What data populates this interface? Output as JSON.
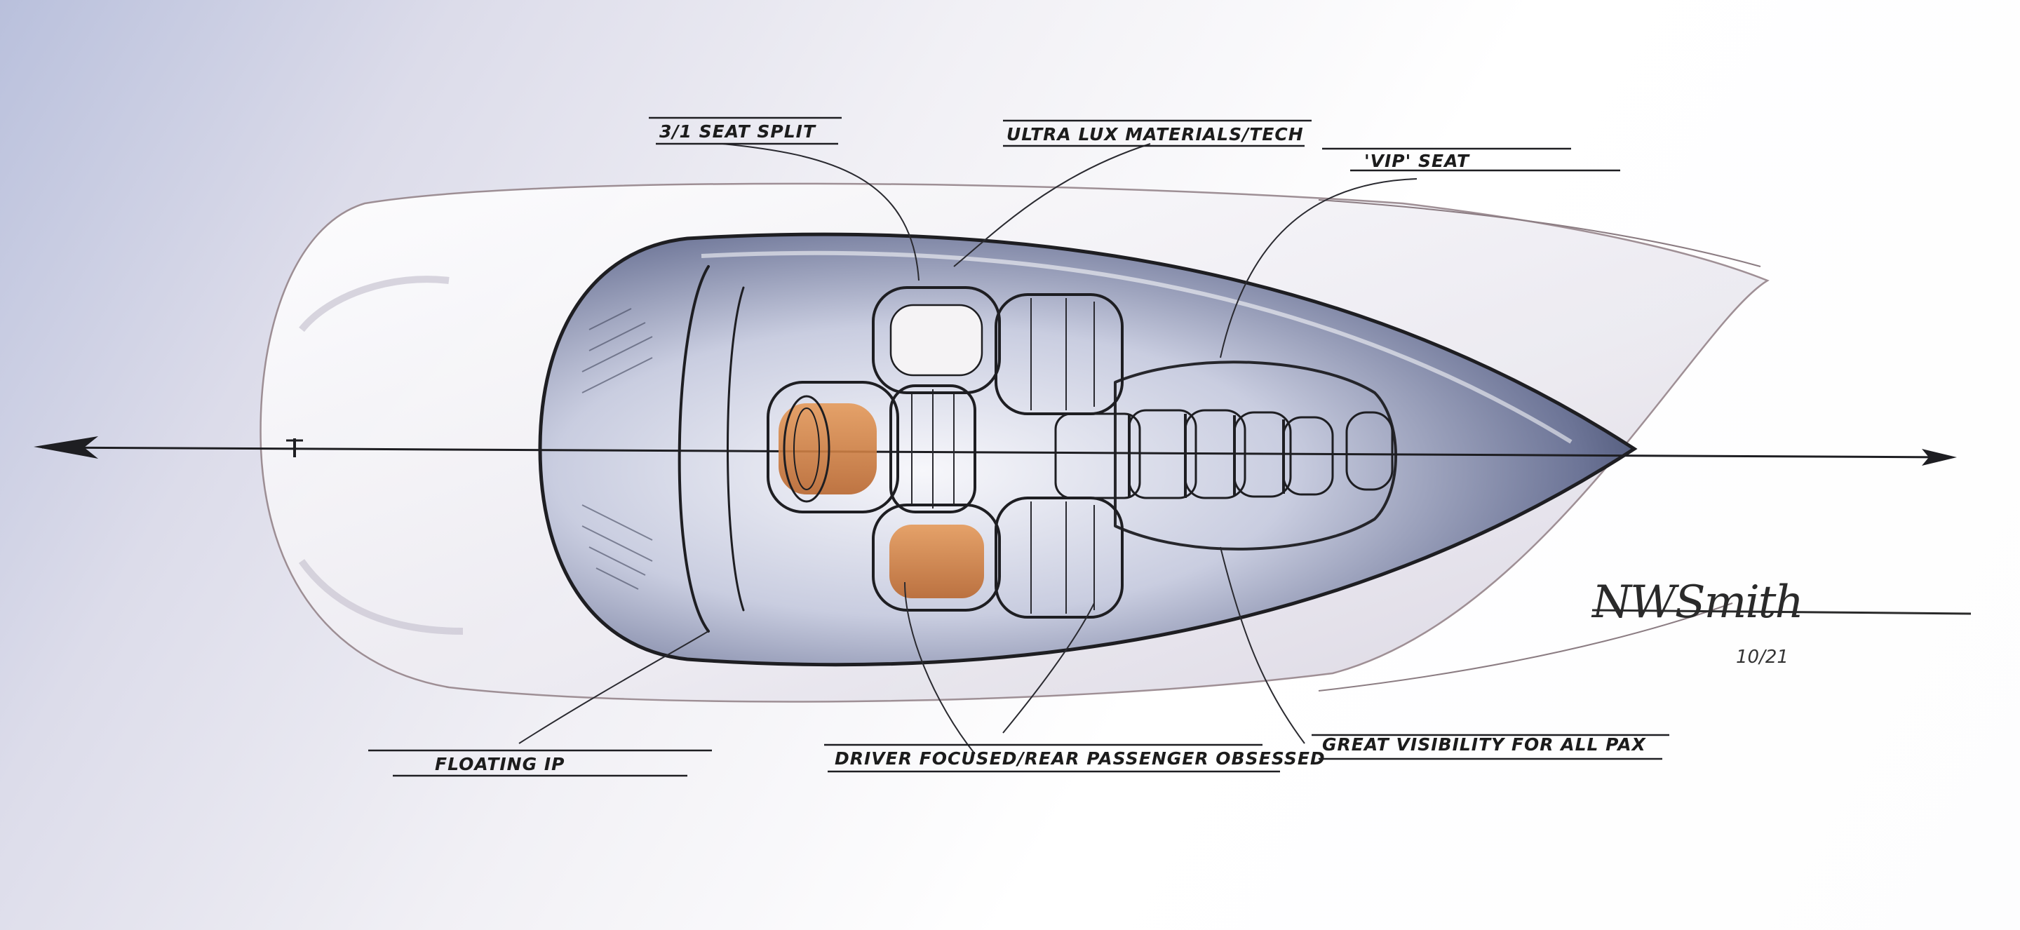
{
  "callouts": [
    {
      "id": "seat-split",
      "text": "3/1 SEAT SPLIT"
    },
    {
      "id": "ultra-lux",
      "text": "ULTRA LUX MATERIALS/TECH"
    },
    {
      "id": "vip-seat",
      "text": "'VIP' SEAT"
    },
    {
      "id": "floating-ip",
      "text": "FLOATING IP"
    },
    {
      "id": "driver-focused",
      "text": "DRIVER FOCUSED/REAR PASSENGER OBSESSED"
    },
    {
      "id": "great-visibility",
      "text": "GREAT VISIBILITY FOR ALL PAX"
    }
  ],
  "signature": {
    "name": "NWSmith",
    "date": "10/21"
  },
  "colors": {
    "ink": "#1e1e22",
    "seat_orange": "#d9874a",
    "glass_blue": "#3d4a74",
    "background_tint": "#b9c0dc"
  }
}
